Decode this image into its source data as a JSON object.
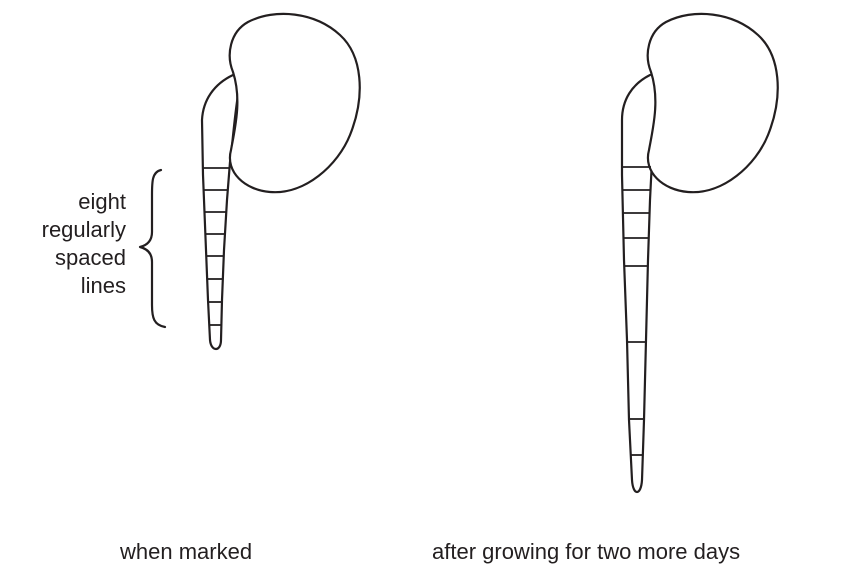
{
  "annotation": {
    "lines": [
      "eight",
      "regularly",
      "spaced",
      "lines"
    ]
  },
  "captions": {
    "left": "when marked",
    "right": "after growing for two more days"
  },
  "colors": {
    "ink": "#231f20",
    "background": "#ffffff"
  }
}
